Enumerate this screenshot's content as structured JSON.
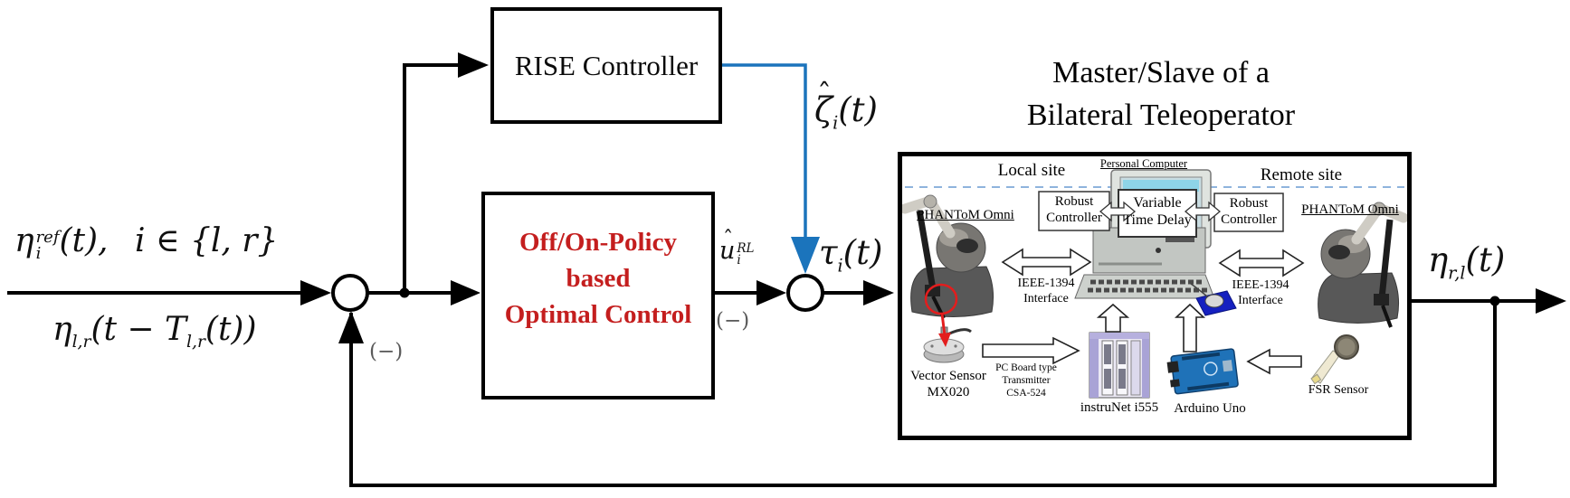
{
  "figure": {
    "title": {
      "line1": "Master/Slave of a",
      "line2": "Bilateral Teleoperator"
    },
    "rise_block": {
      "label": "RISE Controller"
    },
    "optimal_block": {
      "line1": "Off/On-Policy",
      "line2": "based",
      "line3": "Optimal Control",
      "text_color": "#c41e1e"
    },
    "signals": {
      "reference": {
        "base": "η",
        "sup": "ref",
        "sub": "i",
        "tail": "(t),  i ∈ {l, r}"
      },
      "delayed": {
        "base": "η",
        "sub": "l,r",
        "mid": "(t − T",
        "sub2": "l,r",
        "tail": "(t))"
      },
      "zeta_hat": {
        "hat": "ˆ",
        "base": "ζ",
        "sub": "i",
        "tail": "(t)"
      },
      "u_hat": {
        "hat": "ˆ",
        "base": "u",
        "sup": "RL",
        "sub": "i"
      },
      "tau": {
        "base": "τ",
        "sub": "i",
        "tail": "(t)"
      },
      "output": {
        "base": "η",
        "sub": "r,l",
        "tail": "(t)"
      },
      "minus_sum1": "(−)",
      "minus_sum2": "(−)"
    },
    "colors": {
      "signal_blue": "#1b74bc",
      "accent_red": "#c41e1e",
      "dashed_divider": "#8fb4dd"
    }
  },
  "plant": {
    "local_site": "Local site",
    "personal_computer": "Personal Computer",
    "remote_site": "Remote site",
    "robust_controller_left": {
      "line1": "Robust",
      "line2": "Controller"
    },
    "variable_time_delay": {
      "line1": "Variable",
      "line2": "Time Delay"
    },
    "robust_controller_right": {
      "line1": "Robust",
      "line2": "Controller"
    },
    "phantom_omni_left": "PHANToM Omni",
    "phantom_omni_right": "PHANToM Omni",
    "ieee_interface_left": {
      "line1": "IEEE-1394",
      "line2": "Interface"
    },
    "ieee_interface_right": {
      "line1": "IEEE-1394",
      "line2": "Interface"
    },
    "vector_sensor": {
      "line1": "Vector Sensor",
      "line2": "MX020"
    },
    "pc_board_transmitter": {
      "line1": "PC Board type",
      "line2": "Transmitter",
      "line3": "CSA-524"
    },
    "instrunet": "instruNet i555",
    "arduino": "Arduino Uno",
    "fsr_sensor": "FSR Sensor"
  }
}
